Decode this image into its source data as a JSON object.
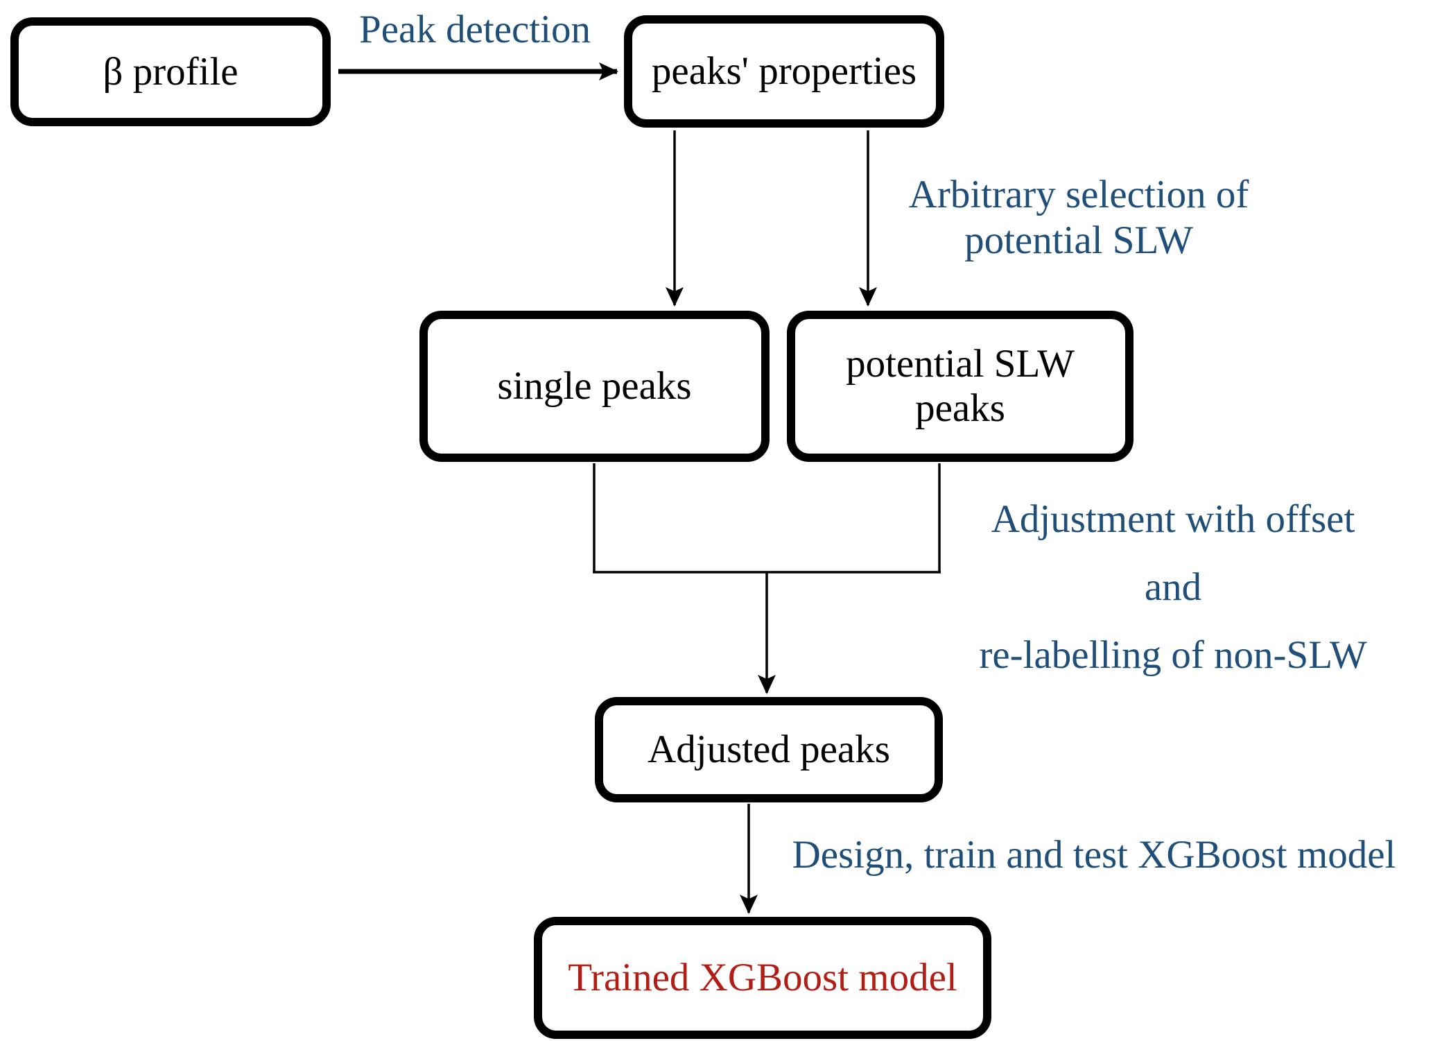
{
  "colors": {
    "background": "#ffffff",
    "box_border": "#000000",
    "box_text": "#000000",
    "edge_label": "#1f4e79",
    "result_text": "#b01e15",
    "arrow": "#000000"
  },
  "nodes": {
    "beta_profile": "β profile",
    "peaks_properties": "peaks' properties",
    "single_peaks": "single peaks",
    "potential_slw_line1": "potential SLW",
    "potential_slw_line2": "peaks",
    "adjusted_peaks": "Adjusted peaks",
    "trained_model": "Trained XGBoost model"
  },
  "labels": {
    "peak_detection": "Peak detection",
    "arbitrary_line1": "Arbitrary selection of",
    "arbitrary_line2": "potential SLW",
    "adjust_line1": "Adjustment with offset",
    "adjust_line2": "and",
    "adjust_line3": "re-labelling of non-SLW",
    "design_train_test": "Design, train and test XGBoost model"
  }
}
